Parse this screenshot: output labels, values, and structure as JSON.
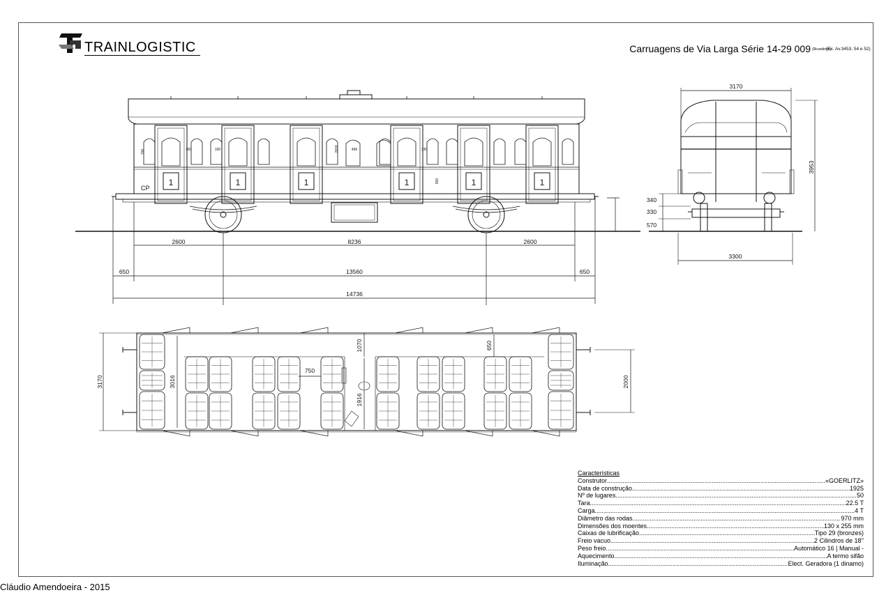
{
  "header": {
    "brand": "TRAINLOGISTIC",
    "title": "Carruagens de Via Larga Série 14-29 009",
    "title_sub": "(Ricardinho)",
    "title_note": "(Ex. Av.3453, 54 e 52)"
  },
  "footer": {
    "author": "Cláudio Amendoeira - 2015"
  },
  "side_view": {
    "compartment_number": "1",
    "class_mark": "CP",
    "details": {
      "window_height": "700",
      "pillar_width": "700",
      "pillar_gap": "330",
      "door_window": "496",
      "door_gap": "330",
      "body_height": "2818",
      "door_height": "900"
    },
    "dims": {
      "bogie_left": "2600",
      "bogie_center": "8236",
      "bogie_right": "2600",
      "buffer_left": "650",
      "body_length": "13560",
      "buffer_right": "650",
      "overall_length": "14736"
    }
  },
  "end_view": {
    "dims": {
      "width_top": "3170",
      "height": "3953",
      "a": "340",
      "b": "330",
      "c": "570",
      "width_bottom": "3300"
    }
  },
  "plan_view": {
    "dims": {
      "width": "3170",
      "inner_width": "3016",
      "aisle": "1070",
      "seat_pitch": "750",
      "side": "650",
      "door": "1916",
      "buffer_spacing": "2000"
    }
  },
  "specs": {
    "title": "Características",
    "rows": [
      {
        "label": "Construtor",
        "value": "«GOERLITZ»"
      },
      {
        "label": "Data de construção",
        "value": "1925"
      },
      {
        "label": "Nº de lugares",
        "value": "50"
      },
      {
        "label": "Tara",
        "value": "22.5 T"
      },
      {
        "label": "Carga",
        "value": "4 T"
      },
      {
        "label": "Diâmetro das rodas",
        "value": "970 mm"
      },
      {
        "label": "Dimensões dos moentes",
        "value": "130 x 255 mm"
      },
      {
        "label": "Caixas de lubrificação",
        "value": "Tipo 29 (bronzes)"
      },
      {
        "label": "Freio vacuo",
        "value": "2 Cilindros de 18''"
      },
      {
        "label": "Peso freio",
        "value": "Automático 16 | Manual -"
      },
      {
        "label": "Aquecimento",
        "value": "A termo sifão"
      },
      {
        "label": "Iluminação",
        "value": "Elect. Geradora (1 dinamo)"
      }
    ]
  }
}
